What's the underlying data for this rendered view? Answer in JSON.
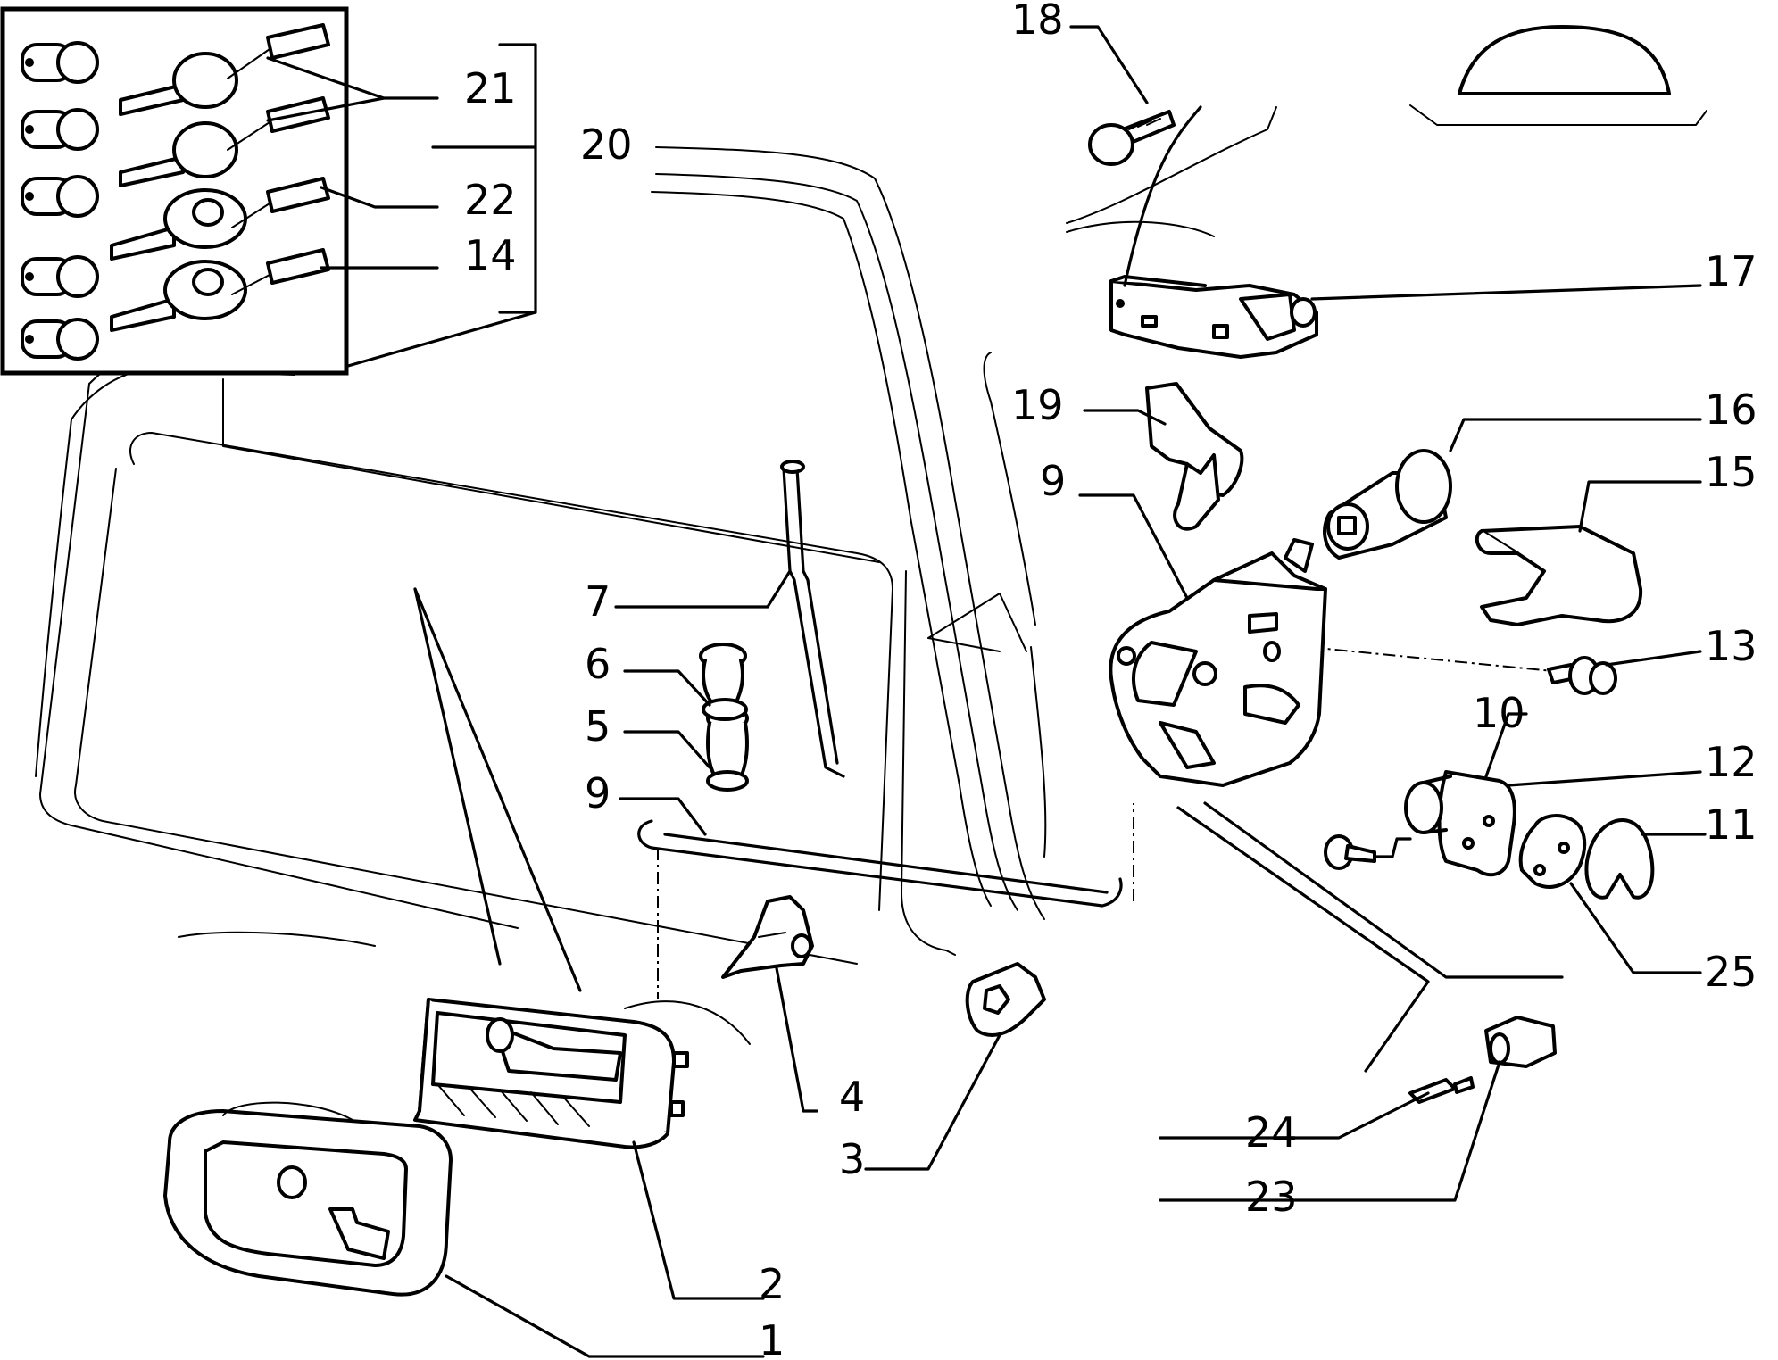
{
  "callouts": {
    "c1": "1",
    "c2": "2",
    "c3": "3",
    "c4": "4",
    "c5": "5",
    "c6": "6",
    "c7": "7",
    "c9a": "9",
    "c9b": "9",
    "c10": "10",
    "c11": "11",
    "c12": "12",
    "c13": "13",
    "c14": "14",
    "c15": "15",
    "c16": "16",
    "c17": "17",
    "c18": "18",
    "c19": "19",
    "c20": "20",
    "c21": "21",
    "c22": "22",
    "c23": "23",
    "c24": "24",
    "c25": "25"
  }
}
